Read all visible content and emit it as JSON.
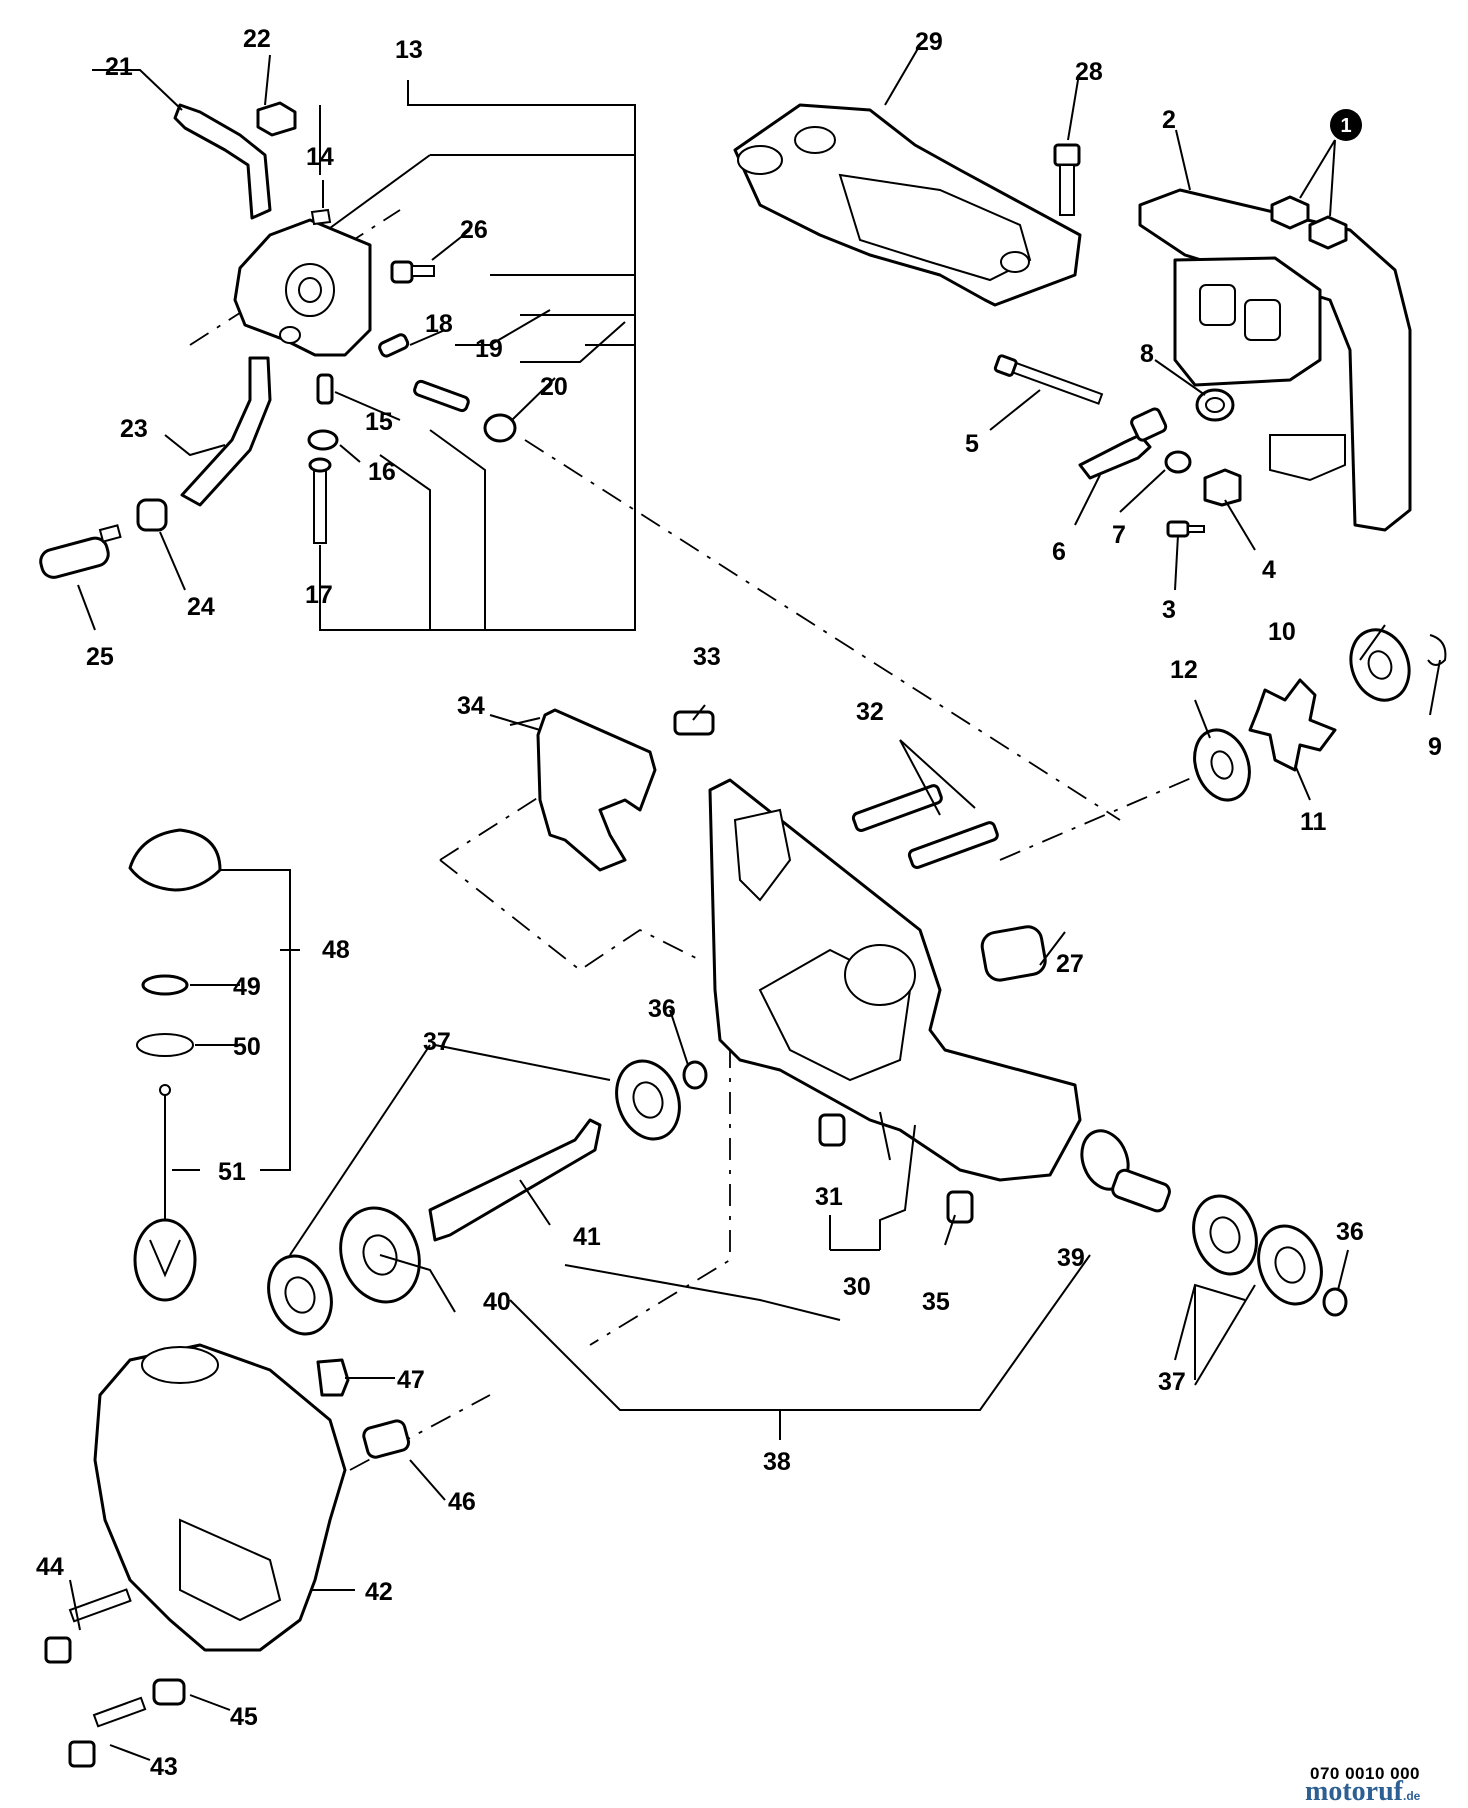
{
  "diagram": {
    "callout_marker": "1",
    "labels": [
      "1",
      "2",
      "3",
      "4",
      "5",
      "6",
      "7",
      "8",
      "9",
      "10",
      "11",
      "12",
      "13",
      "14",
      "15",
      "16",
      "17",
      "18",
      "19",
      "20",
      "21",
      "22",
      "23",
      "24",
      "25",
      "26",
      "27",
      "28",
      "29",
      "30",
      "31",
      "32",
      "33",
      "34",
      "35",
      "36",
      "36",
      "37",
      "37",
      "38",
      "39",
      "40",
      "41",
      "42",
      "43",
      "44",
      "45",
      "46",
      "47",
      "48",
      "49",
      "50",
      "51"
    ],
    "footer_code": "070 0010 000",
    "watermark": "motoruf",
    "watermark_suffix": ".de"
  }
}
